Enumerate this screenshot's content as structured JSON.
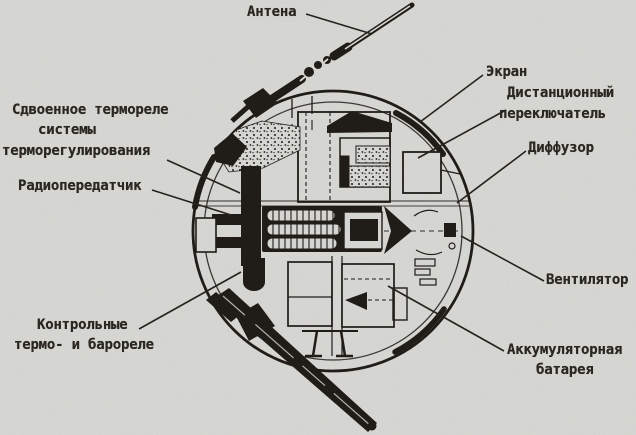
{
  "palette": {
    "paper": "#d9d9d5",
    "ink": "#1e1b17",
    "text": "#2a2620"
  },
  "diagram": {
    "subject": "sputnik-1-cutaway",
    "labels": {
      "antenna": {
        "text": "Антена"
      },
      "screen": {
        "text": "Экран"
      },
      "remote_switch": {
        "line1": "Дистанционный",
        "line2": "переключатель"
      },
      "diffuser": {
        "text": "Диффузор"
      },
      "fan": {
        "text": "Вентилятор"
      },
      "battery": {
        "line1": "Аккумуляторная",
        "line2": "батарея"
      },
      "thermal_relay": {
        "line1": "Сдвоенное термореле",
        "line2": "системы",
        "line3": "терморегулирования"
      },
      "transmitter": {
        "text": "Радиопередатчик"
      },
      "control_relays": {
        "line1": "Контрольные",
        "line2": "термо- и барореле"
      }
    }
  }
}
